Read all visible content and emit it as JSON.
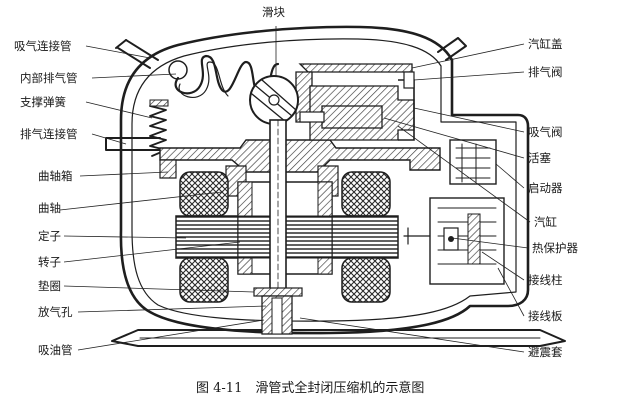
{
  "figure": {
    "caption": "图 4-11　滑管式全封闭压缩机的示意图"
  },
  "labels_left": [
    {
      "id": "suction-connect-pipe",
      "text": "吸气连接管"
    },
    {
      "id": "internal-discharge-pipe",
      "text": "内部排气管"
    },
    {
      "id": "support-spring",
      "text": "支撑弹簧"
    },
    {
      "id": "discharge-connect-pipe",
      "text": "排气连接管"
    },
    {
      "id": "crankcase",
      "text": "曲轴箱"
    },
    {
      "id": "crankshaft",
      "text": "曲轴"
    },
    {
      "id": "stator",
      "text": "定子"
    },
    {
      "id": "rotor",
      "text": "转子"
    },
    {
      "id": "washer",
      "text": "垫圈"
    },
    {
      "id": "vent-hole",
      "text": "放气孔"
    },
    {
      "id": "oil-suction-pipe",
      "text": "吸油管"
    }
  ],
  "labels_top": [
    {
      "id": "slider",
      "text": "滑块"
    }
  ],
  "labels_right": [
    {
      "id": "cylinder-cover",
      "text": "汽缸盖"
    },
    {
      "id": "discharge-valve",
      "text": "排气阀"
    },
    {
      "id": "suction-valve",
      "text": "吸气阀"
    },
    {
      "id": "piston",
      "text": "活塞"
    },
    {
      "id": "starter",
      "text": "启动器"
    },
    {
      "id": "cylinder",
      "text": "汽缸"
    },
    {
      "id": "thermal-protector",
      "text": "热保护器"
    },
    {
      "id": "terminal-post",
      "text": "接线柱"
    },
    {
      "id": "terminal-board",
      "text": "接线板"
    },
    {
      "id": "shock-absorber",
      "text": "避震套"
    }
  ]
}
